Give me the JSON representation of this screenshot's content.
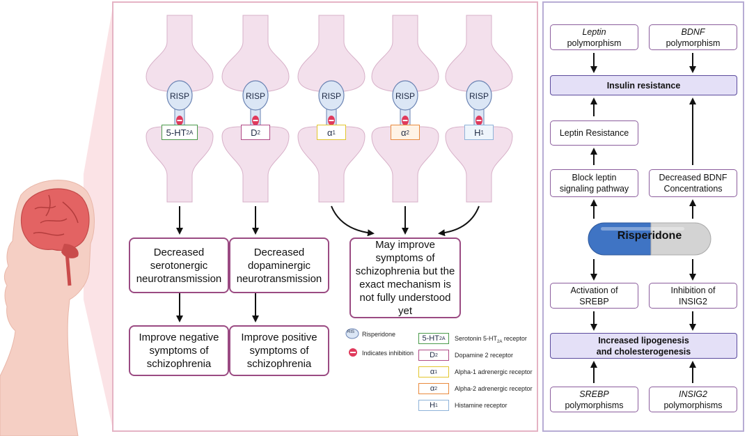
{
  "synapses": [
    {
      "drug_label": "RISP",
      "receptor": "5-HT",
      "receptor_sub": "2A",
      "color": "#4a9a4a",
      "fill": "#ffffff"
    },
    {
      "drug_label": "RISP",
      "receptor": "D",
      "receptor_sub": "2",
      "color": "#b04a86",
      "fill": "#ffffff"
    },
    {
      "drug_label": "RISP",
      "receptor": "α",
      "receptor_sub": "1",
      "color": "#e2c52c",
      "fill": "#ffffff"
    },
    {
      "drug_label": "RISP",
      "receptor": "α",
      "receptor_sub": "2",
      "color": "#e98a3c",
      "fill": "#fff3e6"
    },
    {
      "drug_label": "RISP",
      "receptor": "H",
      "receptor_sub": "1",
      "color": "#8fb3d9",
      "fill": "#eef5fc"
    }
  ],
  "outcomes": {
    "serotonergic": "Decreased serotonergic neurotransmission",
    "dopaminergic": "Decreased dopaminergic neurotransmission",
    "mechanism": "May improve symptoms of schizophrenia but the exact mechanism is not fully understood yet",
    "negative": "Improve negative symptoms of schizophrenia",
    "positive": "Improve positive symptoms of schizophrenia"
  },
  "legend": {
    "risperidone_icon": "RIS",
    "risperidone": "Risperidone",
    "inhibition": "Indicates inhibition",
    "items": [
      {
        "symbol": "5-HT",
        "sub": "2A",
        "label": "Serotonin 5-HT",
        "label_sub": "2A",
        "label_suffix": " receptor",
        "color": "#4a9a4a"
      },
      {
        "symbol": "D",
        "sub": "2",
        "label": "Dopamine 2 receptor",
        "label_sub": "",
        "label_suffix": "",
        "color": "#b04a86"
      },
      {
        "symbol": "α",
        "sub": "1",
        "label": "Alpha-1 adrenergic receptor",
        "label_sub": "",
        "label_suffix": "",
        "color": "#e2c52c"
      },
      {
        "symbol": "α",
        "sub": "2",
        "label": "Alpha-2 adrenergic receptor",
        "label_sub": "",
        "label_suffix": "",
        "color": "#e98a3c"
      },
      {
        "symbol": "H",
        "sub": "1",
        "label": "Histamine receptor",
        "label_sub": "",
        "label_suffix": "",
        "color": "#8fb3d9"
      }
    ]
  },
  "right": {
    "leptin_poly_italic": "Leptin",
    "leptin_poly_rest": "polymorphism",
    "bdnf_poly_italic": "BDNF",
    "bdnf_poly_rest": "polymorphism",
    "insulin_resistance": "Insulin resistance",
    "leptin_resistance": "Leptin Resistance",
    "block_leptin_1": "Block leptin",
    "block_leptin_2": "signaling pathway",
    "decreased_bdnf_1": "Decreased BDNF",
    "decreased_bdnf_2": "Concentrations",
    "pill": "Risperidone",
    "activation_1": "Activation of",
    "activation_2": "SREBP",
    "inhibition_1": "Inhibition of",
    "inhibition_2": "INSIG2",
    "lipogenesis_1": "Increased lipogenesis",
    "lipogenesis_2": "and cholesterogenesis",
    "srebp_italic": "SREBP",
    "srebp_rest": "polymorphisms",
    "insig2_italic": "INSIG2",
    "insig2_rest": "polymorphisms"
  },
  "colors": {
    "synapse_fill": "#f3e0ec",
    "synapse_stroke": "#d7b0c8",
    "drug_fill": "#dbe6f5",
    "drug_stroke": "#6a83b3",
    "inhibit": "#e03a5c",
    "brain": "#e36363",
    "pill_blue": "#3f74c4",
    "pill_grey": "#d3d3d3"
  }
}
